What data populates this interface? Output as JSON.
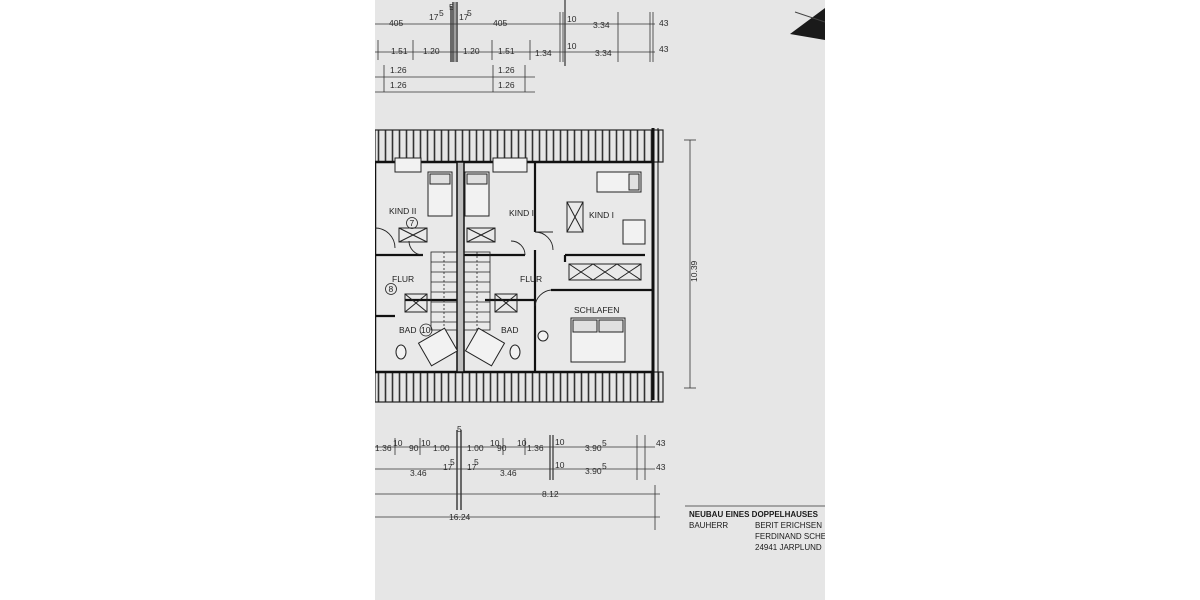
{
  "top_dims": {
    "row1": [
      "405",
      "17",
      "5",
      "5",
      "17",
      "5",
      "405",
      "10",
      "3.34",
      "43"
    ],
    "row2": [
      "1.51",
      "1.20",
      "1.20",
      "1.51",
      "1.34",
      "10",
      "3.34",
      "43"
    ],
    "small": [
      "1.26",
      "1.26",
      "1.26",
      "1.26"
    ]
  },
  "rooms": {
    "kind2_left": "KIND II",
    "kind2_left_num": "7",
    "kind2_right": "KIND II",
    "kind1": "KIND I",
    "flur_left": "FLUR",
    "flur_left_num": "8",
    "flur_right": "FLUR",
    "bad_left": "BAD",
    "bad_left_num": "10",
    "bad_right": "BAD",
    "schlafen": "SCHLAFEN"
  },
  "side_dim": "10.39",
  "bottom_dims": {
    "row1": [
      "1.36",
      "10",
      "90",
      "10",
      "1.00",
      "5",
      "1.00",
      "10",
      "90",
      "10",
      "1.36",
      "10",
      "3.90",
      "5",
      "43"
    ],
    "row2": [
      "3.46",
      "17",
      "5",
      "17",
      "5",
      "3.46",
      "10",
      "3.90",
      "5",
      "43"
    ],
    "row3": [
      "8.12"
    ],
    "row4": [
      "16.24"
    ]
  },
  "title_block": {
    "title": "NEUBAU EINES DOPPELHAUSES",
    "client_label": "BAUHERR",
    "client_line1": "BERIT ERICHSEN",
    "client_line2": "FERDINAND SCHE",
    "client_line3": "24941 JARPLUND"
  }
}
